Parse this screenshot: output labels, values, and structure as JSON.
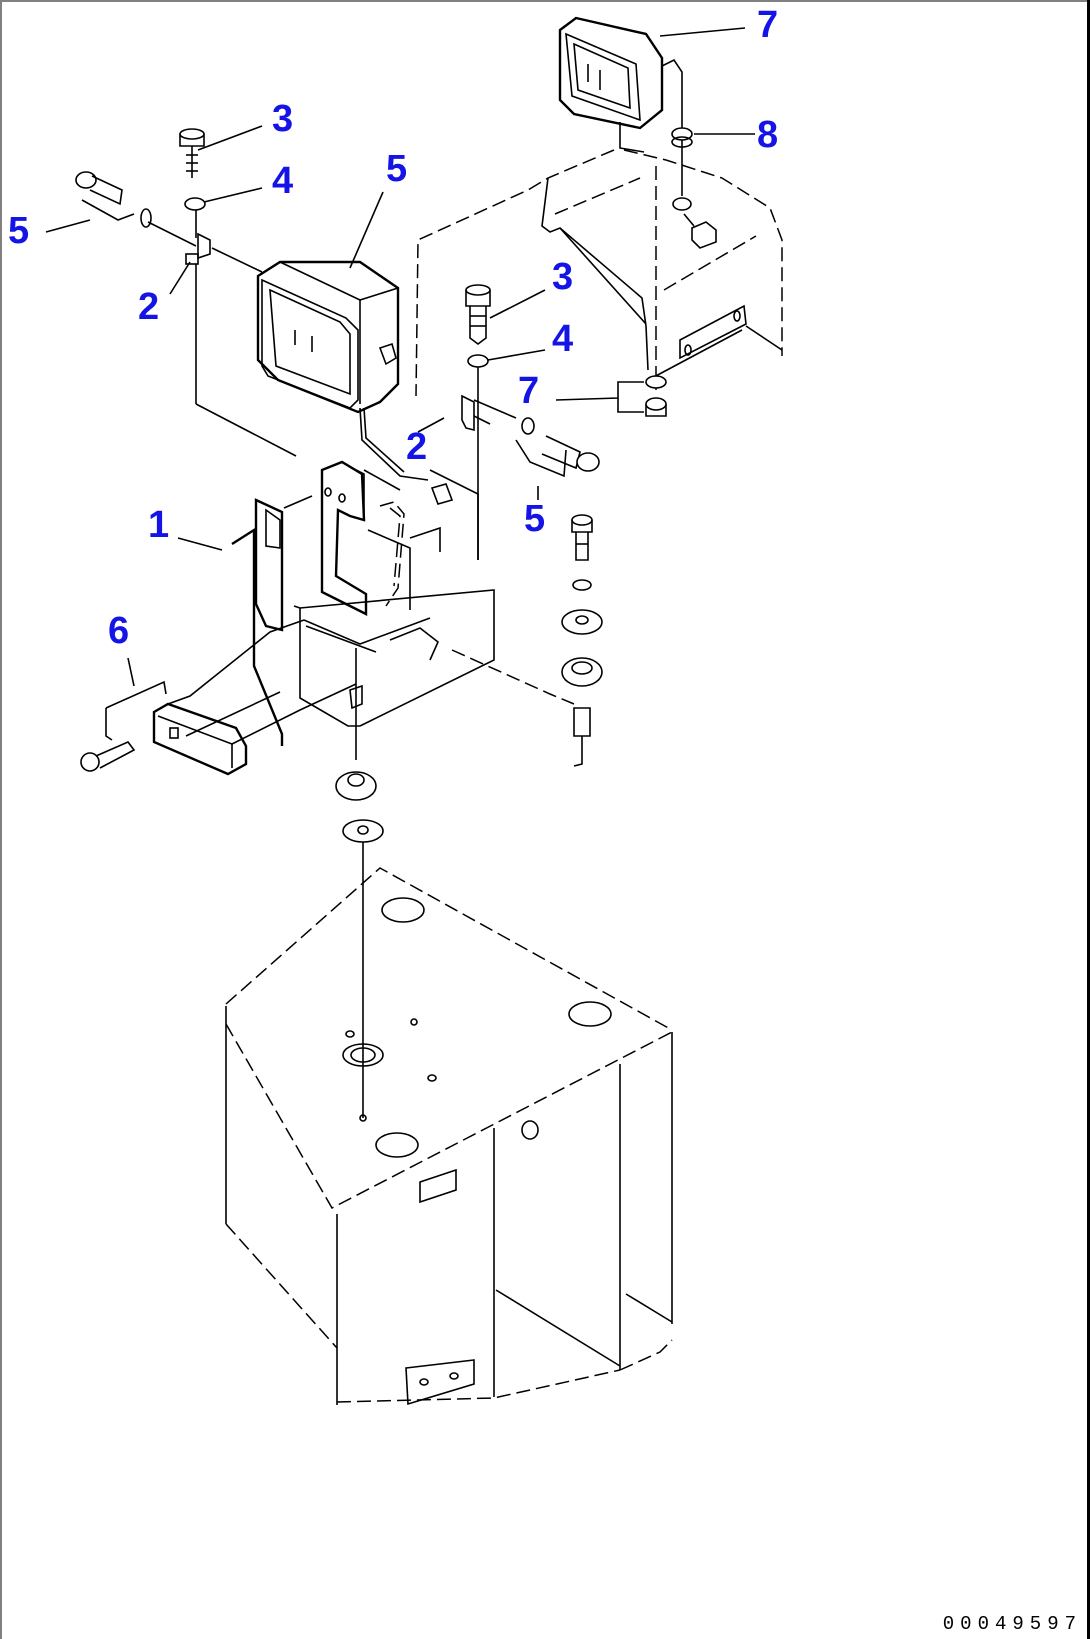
{
  "diagram": {
    "callouts": [
      {
        "id": "c-3a",
        "label": "3"
      },
      {
        "id": "c-4a",
        "label": "4"
      },
      {
        "id": "c-5a",
        "label": "5"
      },
      {
        "id": "c-5b",
        "label": "5"
      },
      {
        "id": "c-2a",
        "label": "2"
      },
      {
        "id": "c-7a",
        "label": "7"
      },
      {
        "id": "c-8",
        "label": "8"
      },
      {
        "id": "c-3b",
        "label": "3"
      },
      {
        "id": "c-4b",
        "label": "4"
      },
      {
        "id": "c-7b",
        "label": "7"
      },
      {
        "id": "c-2b",
        "label": "2"
      },
      {
        "id": "c-5c",
        "label": "5"
      },
      {
        "id": "c-1",
        "label": "1"
      },
      {
        "id": "c-6",
        "label": "6"
      }
    ],
    "drawing_id": "00049597",
    "callout_color": "#1414e6",
    "line_color": "#000000"
  }
}
